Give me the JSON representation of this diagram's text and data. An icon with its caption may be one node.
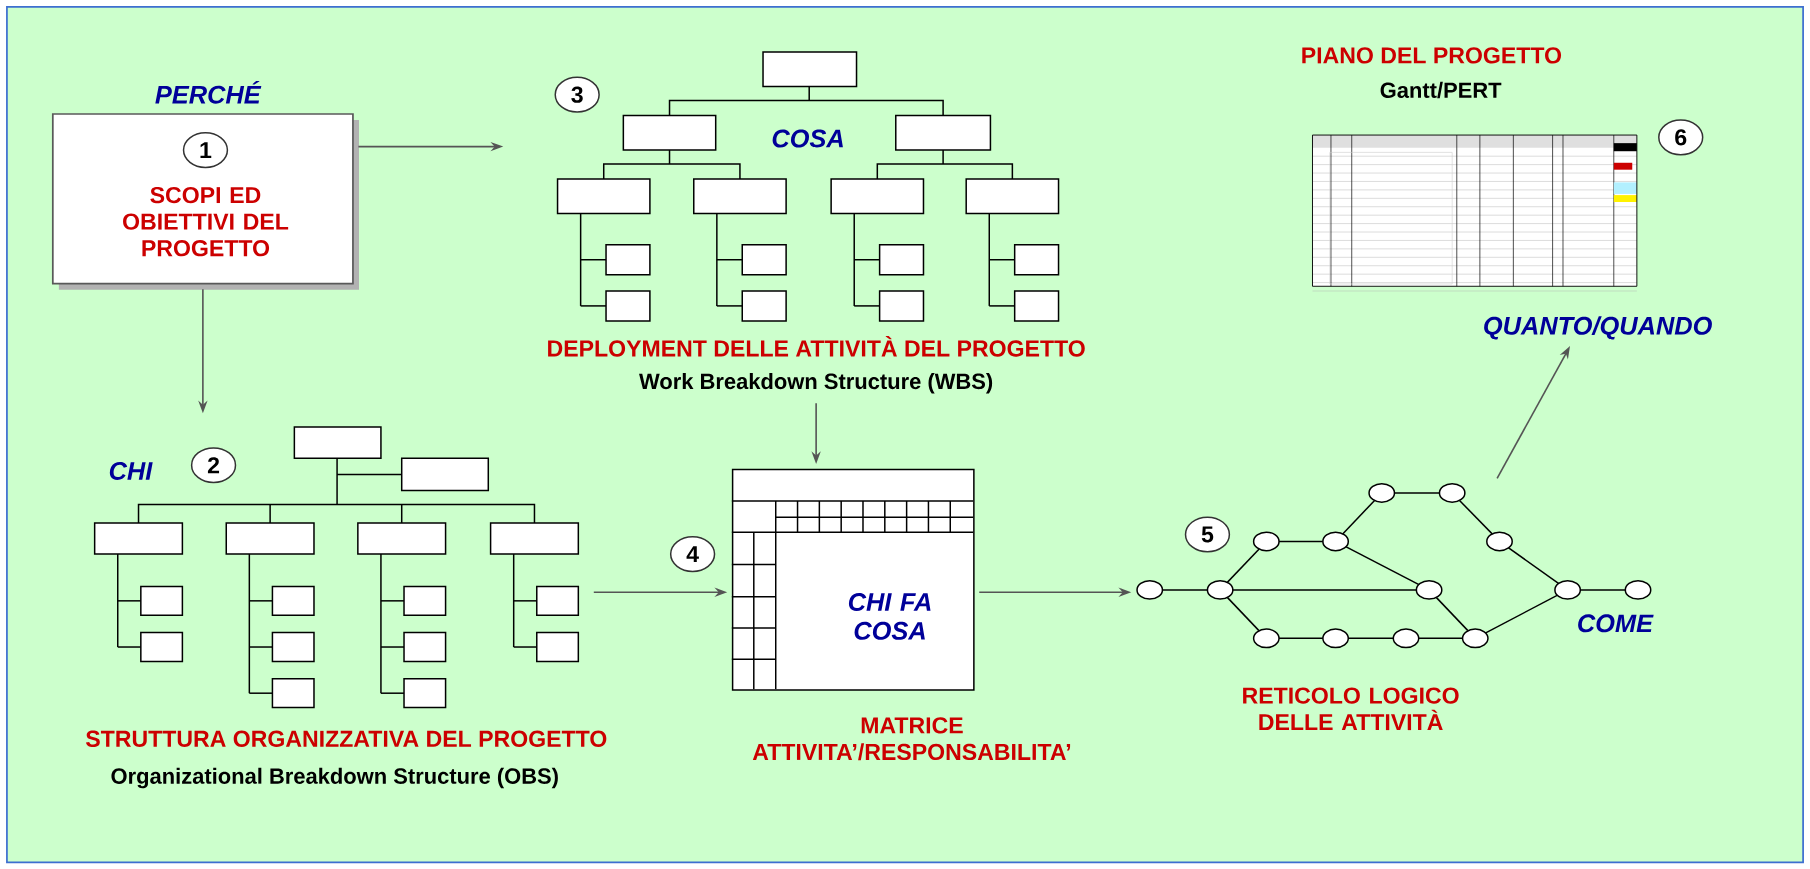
{
  "diagram": {
    "nodes": [
      {
        "text": [
          "PERCHÉ",
          "SCOPI ED OBIETTIVI DEL PROGETTO"
        ]
      },
      {
        "text": [
          "1"
        ],
        "in": 0
      },
      {
        "text": [
          "3"
        ],
        "in": 3
      },
      {
        "text": [
          "COSA"
        ],
        "beside": [
          "DEPLOYMENT DELLE ATTIVITÀ DEL PROGETTO",
          "Work Breakdown Structure (WBS)"
        ]
      },
      {
        "text": [
          "PIANO DEL PROGETTO",
          "Gantt/PERT"
        ]
      },
      {
        "text": [
          "6"
        ]
      },
      {
        "text": [
          "QUANTO/QUANDO"
        ]
      },
      {
        "text": [
          "2"
        ],
        "in": 8
      },
      {
        "text": [
          "CHI"
        ],
        "beside": [
          "STRUTTURA ORGANIZZATIVA DEL PROGETTO",
          "Organizational Breakdown Structure (OBS)"
        ]
      },
      {
        "text": [
          "4"
        ]
      },
      {
        "text": [
          "CHI FA COSA"
        ],
        "beside": [
          "MATRICE ATTIVITA’/RESPONSABILITA’"
        ]
      },
      {
        "text": [
          "5"
        ],
        "in": 12
      },
      {
        "text": [
          "COME"
        ],
        "beside": [
          "RETICOLO LOGICO DELLE ATTIVITÀ"
        ]
      }
    ],
    "edges": [
      {
        "from": 0,
        "to": 3,
        "arrow": "to"
      },
      {
        "from": 0,
        "to": 8,
        "arrow": "to"
      },
      {
        "from": 3,
        "to": 10,
        "arrow": "to"
      },
      {
        "from": 8,
        "to": 10,
        "arrow": "to"
      },
      {
        "from": 10,
        "to": 12,
        "arrow": "to"
      },
      {
        "from": 12,
        "to": 6,
        "arrow": "to"
      }
    ]
  }
}
